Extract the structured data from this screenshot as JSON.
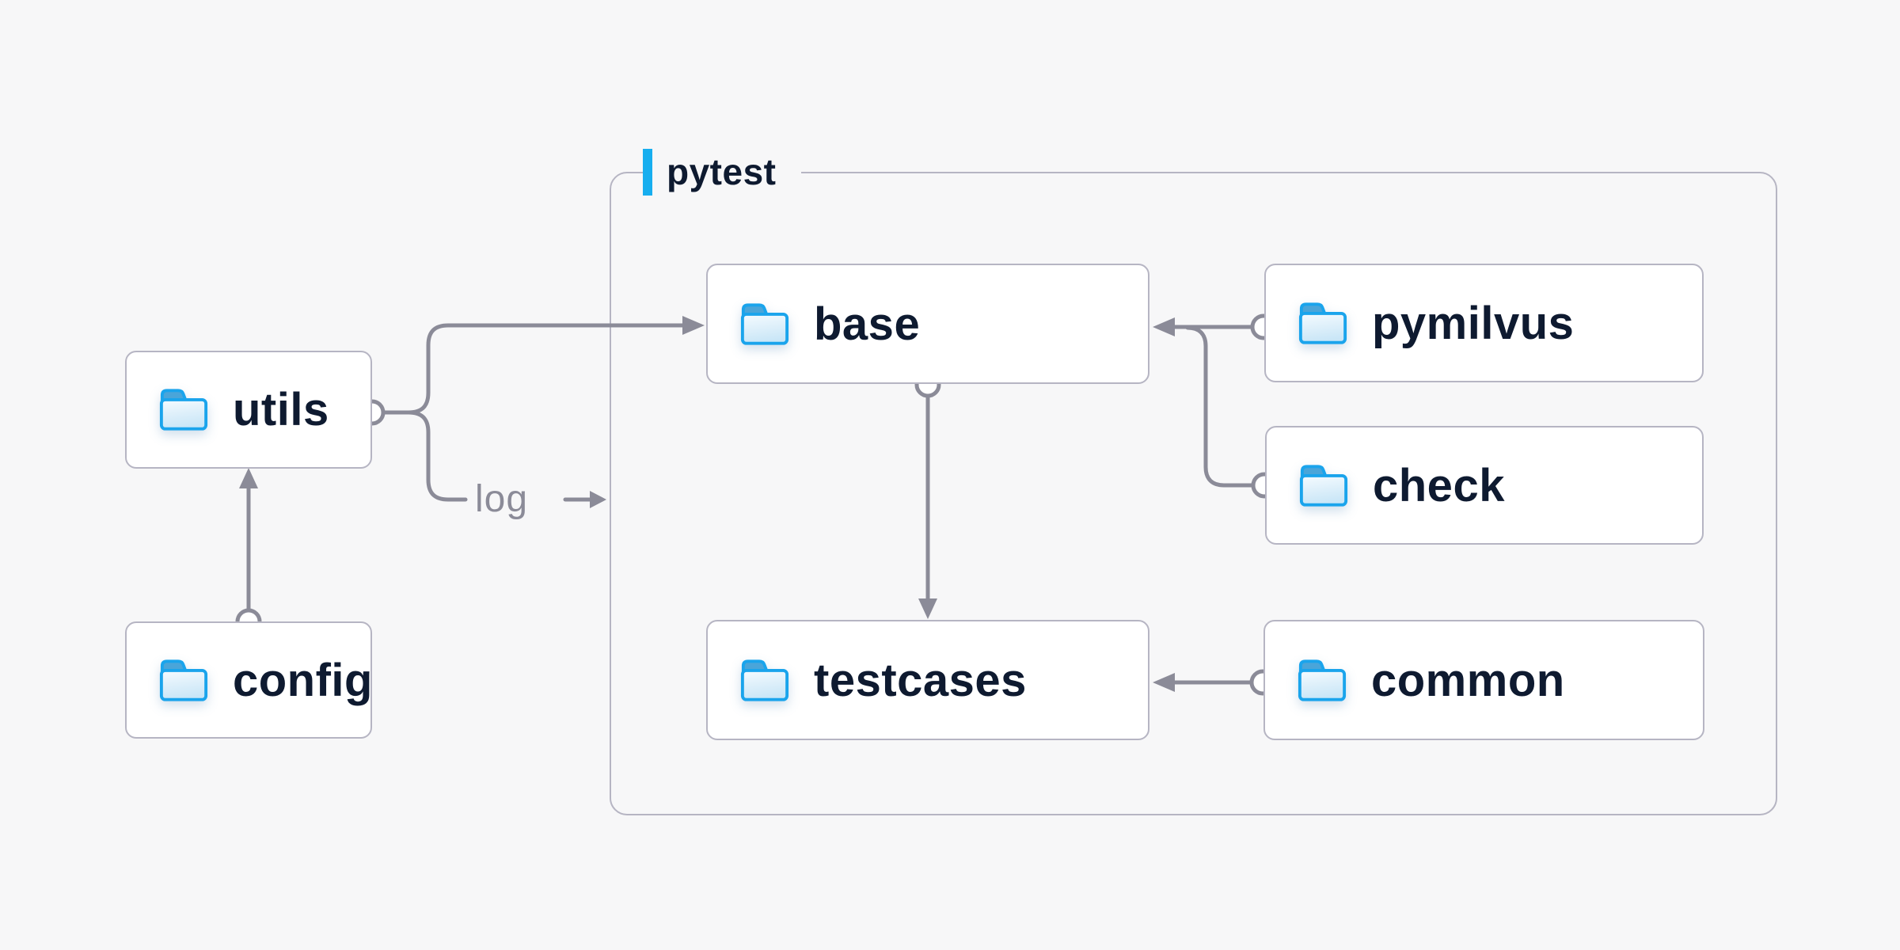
{
  "diagram": {
    "title_group": {
      "label": "pytest"
    },
    "nodes": [
      {
        "id": "utils",
        "label": "utils"
      },
      {
        "id": "config",
        "label": "config"
      },
      {
        "id": "base",
        "label": "base"
      },
      {
        "id": "pymilvus",
        "label": "pymilvus"
      },
      {
        "id": "check",
        "label": "check"
      },
      {
        "id": "testcases",
        "label": "testcases"
      },
      {
        "id": "common",
        "label": "common"
      }
    ],
    "edges": [
      {
        "from": "config",
        "to": "utils",
        "type": "arrow"
      },
      {
        "from": "utils",
        "to": "base",
        "type": "arrow"
      },
      {
        "from": "utils",
        "to": "log",
        "type": "labeled-arrow",
        "label": "log"
      },
      {
        "from": "base",
        "to": "testcases",
        "type": "arrow"
      },
      {
        "from": "pymilvus",
        "to": "base",
        "type": "arrow"
      },
      {
        "from": "check",
        "to": "base",
        "type": "arrow-merge"
      },
      {
        "from": "common",
        "to": "testcases",
        "type": "arrow"
      }
    ]
  },
  "colors": {
    "bg": "#f7f7f8",
    "node-fill": "#ffffff",
    "border": "#b6b5c3",
    "line": "#8b8b98",
    "ink": "#0e1a30",
    "muted": "#8b8b98",
    "accent": "#17aeef",
    "folder-stroke": "#1aa4ec",
    "folder-tab": "#4aa5d9"
  }
}
